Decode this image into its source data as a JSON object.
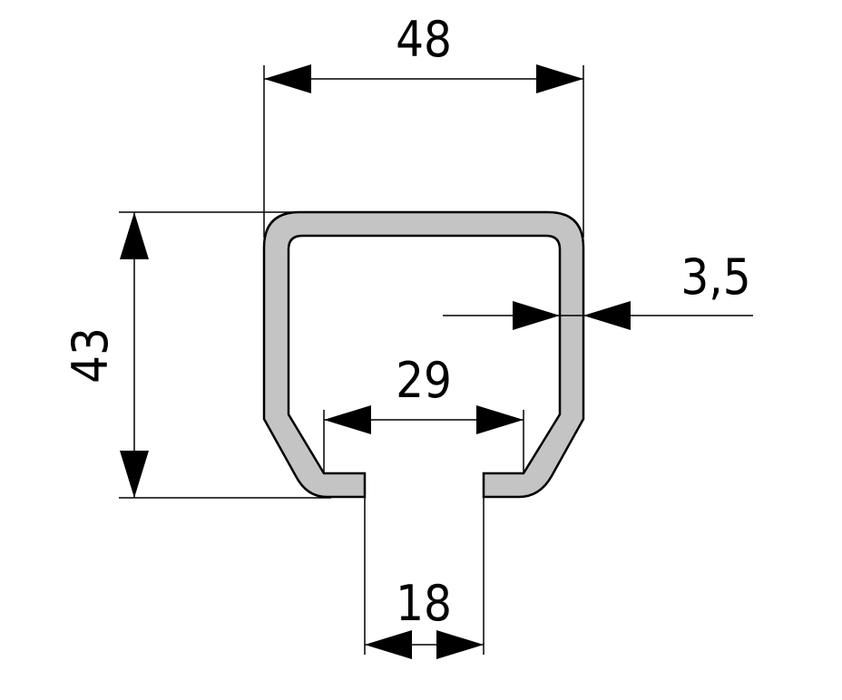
{
  "colors": {
    "profile_fill": "#c4c4c4",
    "line": "#000000",
    "background": "#ffffff"
  },
  "dimensions": {
    "width": "48",
    "height": "43",
    "wall_thickness": "3,5",
    "inner_opening": "29",
    "slot_width": "18"
  }
}
